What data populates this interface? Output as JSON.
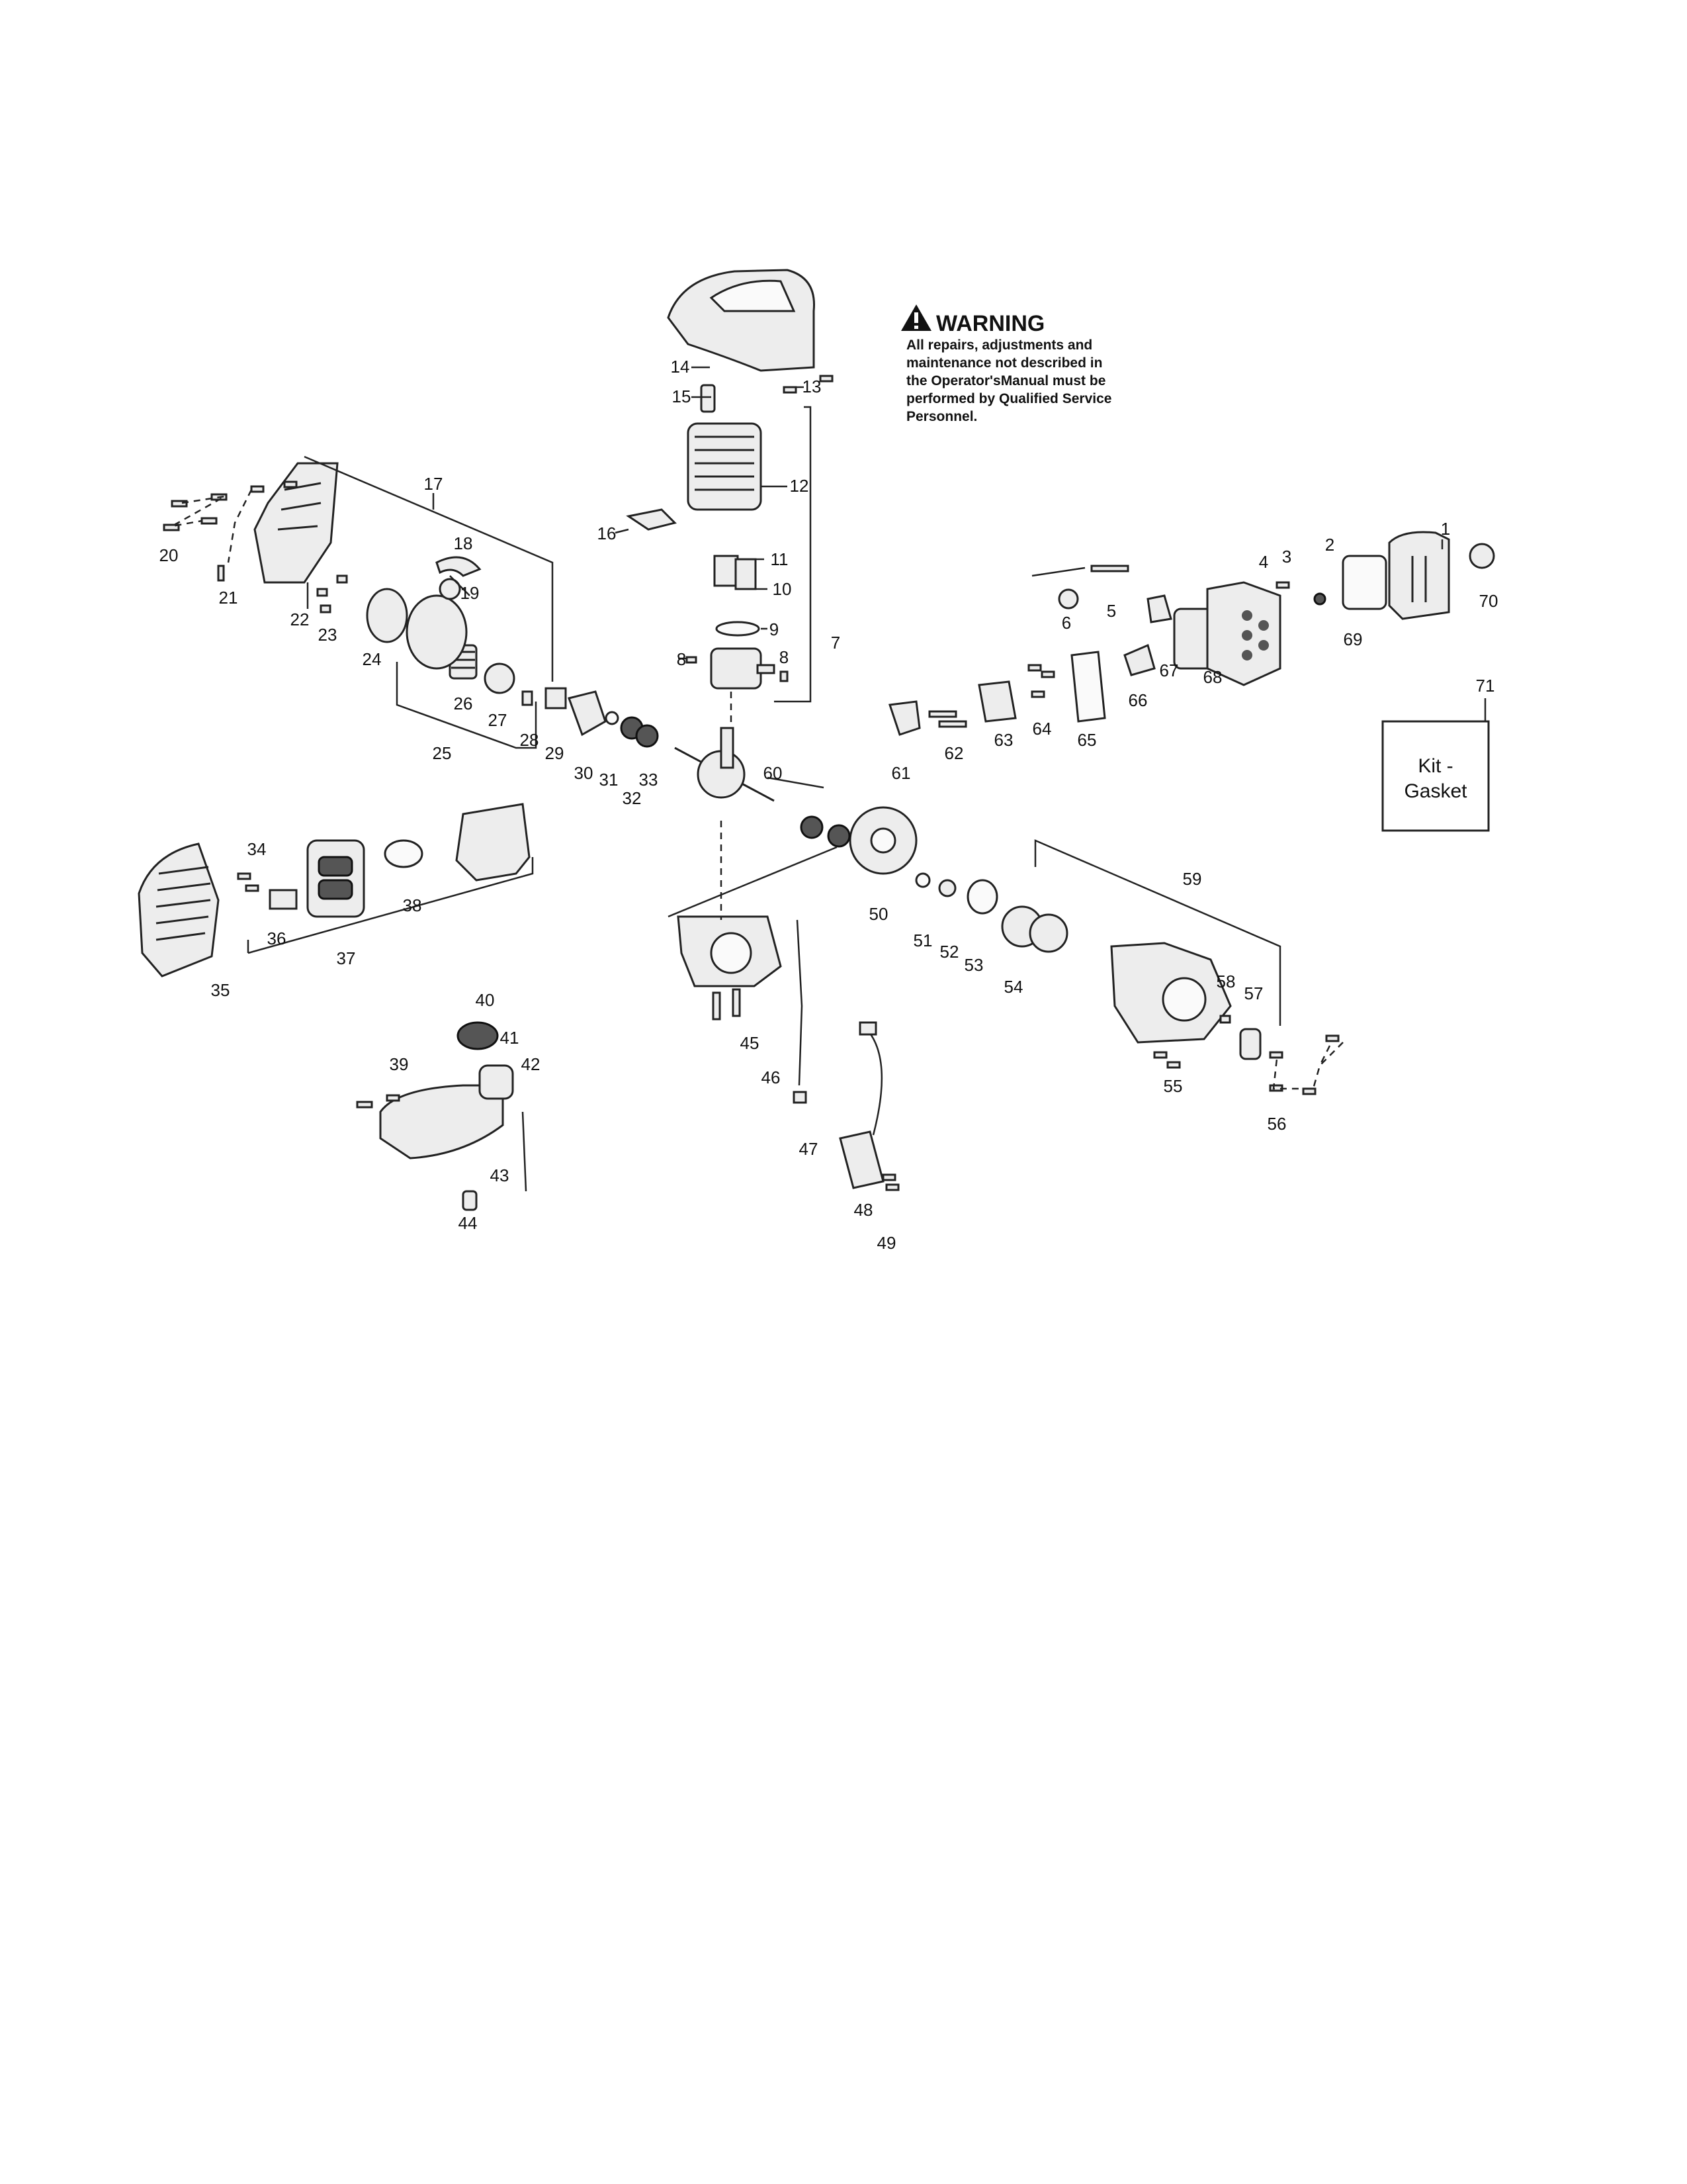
{
  "warning": {
    "title": "WARNING",
    "icon": "warning-triangle-icon",
    "lines": [
      "All repairs, adjustments and",
      "maintenance not described in",
      "the Operator'sManual must be",
      "performed by Qualified Service",
      "Personnel."
    ]
  },
  "kit_box": {
    "number": "71",
    "line1": "Kit -",
    "line2": "Gasket"
  },
  "callouts": [
    "1",
    "2",
    "3",
    "4",
    "5",
    "6",
    "7",
    "8",
    "8",
    "9",
    "10",
    "11",
    "12",
    "13",
    "14",
    "15",
    "16",
    "17",
    "18",
    "19",
    "20",
    "21",
    "22",
    "23",
    "24",
    "25",
    "26",
    "27",
    "28",
    "29",
    "30",
    "31",
    "32",
    "33",
    "34",
    "35",
    "36",
    "37",
    "38",
    "39",
    "40",
    "41",
    "42",
    "43",
    "44",
    "45",
    "46",
    "47",
    "48",
    "49",
    "50",
    "51",
    "52",
    "53",
    "54",
    "55",
    "56",
    "57",
    "58",
    "59",
    "60",
    "61",
    "62",
    "63",
    "64",
    "65",
    "66",
    "67",
    "68",
    "69",
    "70"
  ]
}
